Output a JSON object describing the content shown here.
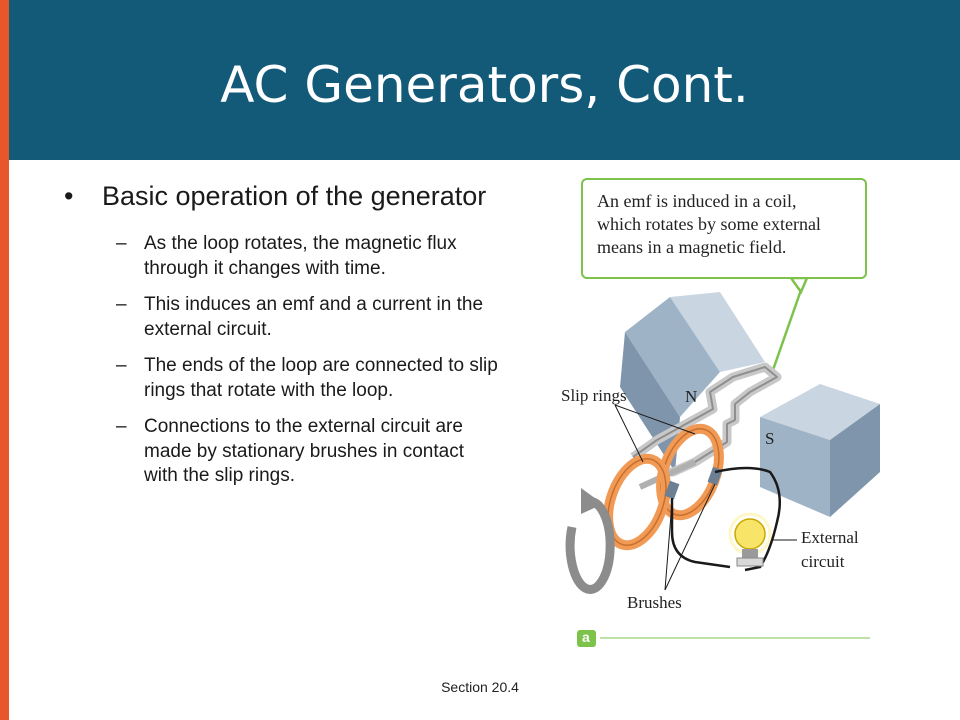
{
  "slide": {
    "title": "AC Generators, Cont.",
    "footer": "Section 20.4"
  },
  "colors": {
    "header": "#135a79",
    "accent_bar": "#e8572a",
    "caption_border": "#7dc24b",
    "ring": "#f09a55",
    "magnet": "#9fb3c7"
  },
  "bullets": [
    {
      "text": "Basic operation of the generator",
      "subs": [
        "As the loop rotates, the magnetic flux through it changes with time.",
        "This induces an emf and a current in the external circuit.",
        "The ends of the loop are connected to slip rings that rotate with the loop.",
        "Connections to the external circuit are made by stationary brushes in contact with the slip rings."
      ]
    }
  ],
  "figure": {
    "caption_lines": [
      "An emf is induced in a coil,",
      "which rotates by some external",
      "means in a magnetic field."
    ],
    "labels": {
      "slip_rings": "Slip rings",
      "north": "N",
      "south": "S",
      "external_line1": "External",
      "external_line2": "circuit",
      "brushes": "Brushes",
      "panel": "a"
    },
    "icons": {
      "rotation": "rotation-arrow-icon",
      "bulb": "light-bulb-icon"
    }
  }
}
